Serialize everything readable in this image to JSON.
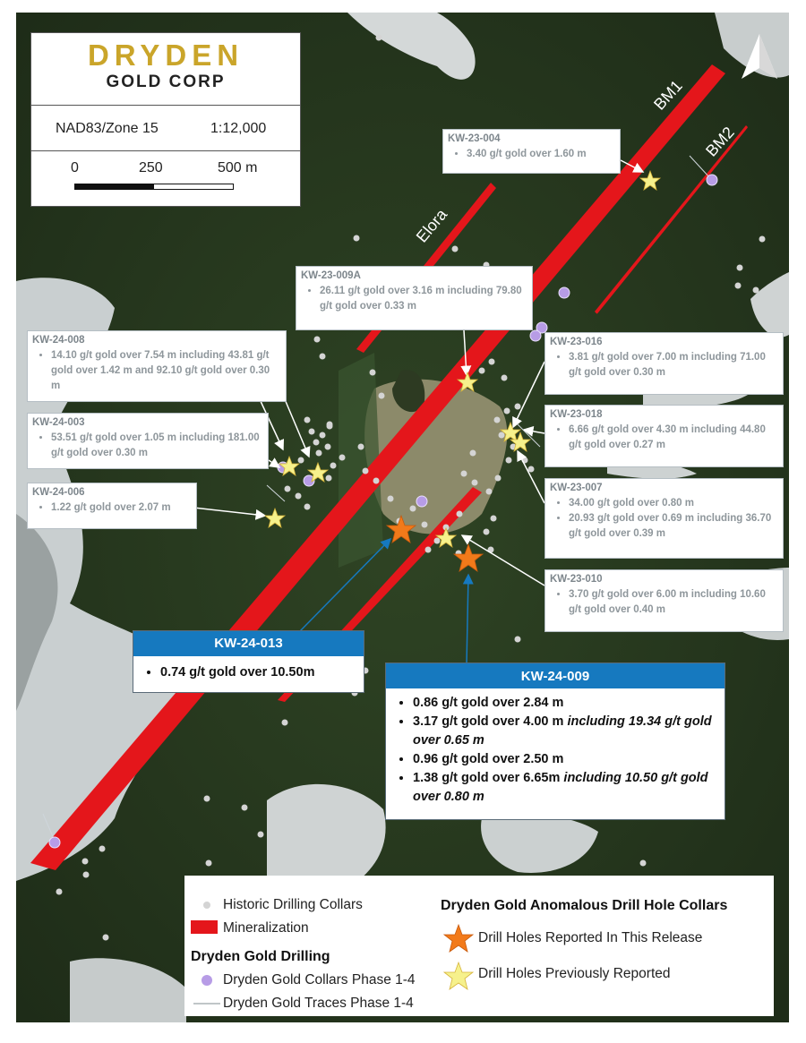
{
  "colors": {
    "mineralization": "#e4161b",
    "collar_purple": "#b79ce6",
    "historic_grey": "#d4d4d4",
    "star_yellow": "#f6f18c",
    "star_orange": "#f27a1a",
    "callout_blue": "#1679bf",
    "logo_gold": "#caa52a"
  },
  "logo": {
    "wordmark": "DRYDEN",
    "subtitle": "GOLD CORP"
  },
  "map_info": {
    "datum": "NAD83/Zone 15",
    "scale_ratio": "1:12,000"
  },
  "scale_bar": {
    "ticks": [
      "0",
      "250",
      "500 m"
    ]
  },
  "north_arrow_icon": "north-arrow-icon",
  "map_labels": {
    "bm1": "BM1",
    "bm2": "BM2",
    "elora": "Elora"
  },
  "callouts": [
    {
      "id": "KW-23-004",
      "lines": [
        "3.40 g/t gold over 1.60 m"
      ]
    },
    {
      "id": "KW-23-009A",
      "lines": [
        "26.11 g/t gold over 3.16 m including 79.80 g/t gold over 0.33 m"
      ]
    },
    {
      "id": "KW-24-008",
      "lines": [
        "14.10 g/t gold over 7.54 m including 43.81 g/t gold over 1.42 m and 92.10 g/t gold over 0.30 m"
      ]
    },
    {
      "id": "KW-24-003",
      "lines": [
        "53.51 g/t gold over 1.05 m including 181.00 g/t gold over 0.30 m"
      ]
    },
    {
      "id": "KW-24-006",
      "lines": [
        "1.22 g/t gold over 2.07 m"
      ]
    },
    {
      "id": "KW-23-016",
      "lines": [
        "3.81 g/t gold over 7.00 m including 71.00 g/t gold over 0.30 m"
      ]
    },
    {
      "id": "KW-23-018",
      "lines": [
        "6.66 g/t gold over 4.30 m including 44.80 g/t gold over 0.27 m"
      ]
    },
    {
      "id": "KW-23-007",
      "lines": [
        "34.00 g/t gold over 0.80 m",
        "20.93 g/t gold over 0.69 m including 36.70 g/t gold over 0.39 m"
      ]
    },
    {
      "id": "KW-23-010",
      "lines": [
        "3.70 g/t gold over 6.00 m including 10.60 g/t gold over 0.40 m"
      ]
    }
  ],
  "featured": {
    "kw24013": {
      "id": "KW-24-013",
      "lines": [
        "0.74 g/t gold over 10.50m"
      ]
    },
    "kw24009": {
      "id": "KW-24-009",
      "l1": "0.86 g/t gold over 2.84 m",
      "l2a": "3.17 g/t gold over 4.00 m ",
      "l2b": "including 19.34 g/t gold over 0.65 m",
      "l3": "0.96 g/t gold over 2.50 m",
      "l4a": "1.38 g/t gold over 6.65m ",
      "l4b": "including 10.50 g/t gold over 0.80 m"
    }
  },
  "legend": {
    "historic": "Historic Drilling Collars",
    "mineralization": "Mineralization",
    "drilling_heading": "Dryden Gold Drilling",
    "collars": "Dryden Gold Collars Phase 1-4",
    "traces": "Dryden Gold Traces Phase 1-4",
    "anomalous_heading": "Dryden Gold Anomalous Drill Hole Collars",
    "reported": "Drill Holes Reported In This Release",
    "previous": "Drill Holes Previously Reported"
  }
}
